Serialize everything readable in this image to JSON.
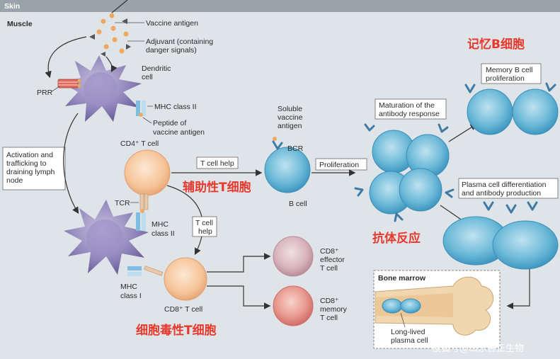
{
  "regions": {
    "skin": "Skin",
    "muscle": "Muscle",
    "bone_marrow": "Bone marrow"
  },
  "labels": {
    "vaccine_antigen": "Vaccine antigen",
    "adjuvant_1": "Adjuvant (containing",
    "adjuvant_2": "danger signals)",
    "dendritic_1": "Dendritic",
    "dendritic_2": "cell",
    "prr": "PRR",
    "mhc2_top": "MHC class II",
    "peptide_1": "Peptide of",
    "peptide_2": "vaccine antigen",
    "activation_1": "Activation and",
    "activation_2": "trafficking to",
    "activation_3": "draining lymph",
    "activation_4": "node",
    "cd4": "CD4⁺ T cell",
    "tcr": "TCR",
    "mhc2_bottom_1": "MHC",
    "mhc2_bottom_2": "class II",
    "mhc1_1": "MHC",
    "mhc1_2": "class I",
    "cd8": "CD8⁺ T cell",
    "tcell_help": "T cell help",
    "tcell_help_v1": "T cell",
    "tcell_help_v2": "help",
    "soluble_1": "Soluble",
    "soluble_2": "vaccine",
    "soluble_3": "antigen",
    "bcr": "BCR",
    "bcell": "B cell",
    "proliferation": "Proliferation",
    "maturation_1": "Maturation of the",
    "maturation_2": "antibody response",
    "memory_b_1": "Memory B cell",
    "memory_b_2": "proliferation",
    "plasma_1": "Plasma cell differentiation",
    "plasma_2": "and antibody production",
    "cd8_eff_1": "CD8⁺",
    "cd8_eff_2": "effector",
    "cd8_eff_3": "T cell",
    "cd8_mem_1": "CD8⁺",
    "cd8_mem_2": "memory",
    "cd8_mem_3": "T cell",
    "long_lived_1": "Long-lived",
    "long_lived_2": "plasma cell"
  },
  "chinese": {
    "memory_b": "记忆B细胞",
    "helper_t": "辅助性T细胞",
    "antibody": "抗体反应",
    "cytotoxic_t": "细胞毒性T细胞"
  },
  "watermark": "搜狐号@山东合正生物",
  "colors": {
    "background": "#dfe4e8",
    "skin_bar": "#9aa3ab",
    "dendritic": "#8a7fb4",
    "cd4_cell": "#f5c9a0",
    "cd8_cell": "#f2b98f",
    "b_cell": "#5fb1d3",
    "effector": "#d4a9b4",
    "memory_t": "#e58f86",
    "chinese_text": "#e8382c"
  }
}
